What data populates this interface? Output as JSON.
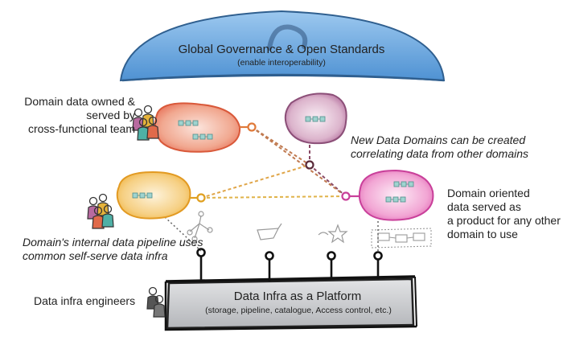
{
  "governance": {
    "title": "Global Governance & Open Standards",
    "subtitle": "(enable interoperability)"
  },
  "platform": {
    "title": "Data Infra as a Platform",
    "subtitle": "(storage, pipeline, catalogue, Access control, etc.)"
  },
  "labels": {
    "owned": "Domain data owned &\nserved by\ncross-functional team",
    "new_domains": "New Data Domains can be created\ncorrelating data from other domains",
    "oriented": "Domain oriented\ndata served as\na product for any other\n domain to use",
    "pipeline": "Domain's internal data pipeline uses\ncommon self-serve data infra",
    "engineers": "Data infra engineers"
  },
  "colors": {
    "dome": "#5aa0dc",
    "platform": "#c9cbcf",
    "orange_domain": "#e8735a",
    "yellow_domain": "#f0b443",
    "purple_domain": "#b06a9a",
    "pink_domain": "#e066b4"
  },
  "icons": [
    "tree-icon",
    "funnel-icon",
    "stars-icon",
    "pipeline-icon",
    "people-icon",
    "engineer-icon",
    "chip-icon"
  ]
}
